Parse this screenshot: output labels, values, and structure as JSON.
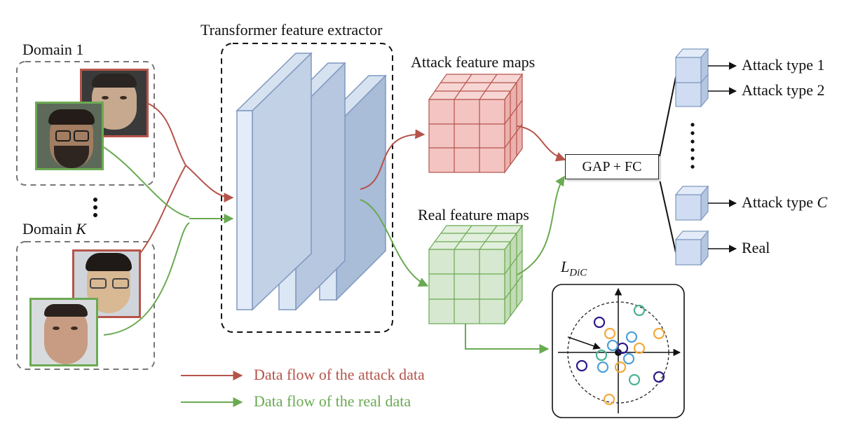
{
  "domains": {
    "domain1_prefix": "Domain 1",
    "domainK_prefix": "Domain ",
    "domainK_var": "K"
  },
  "extractor": {
    "title": "Transformer feature extractor"
  },
  "feature_maps": {
    "attack_title": "Attack feature maps",
    "real_title": "Real feature maps"
  },
  "head": {
    "box_label": "GAP + FC"
  },
  "outputs": {
    "attack_type_1": "Attack type 1",
    "attack_type_2": "Attack type 2",
    "attack_type_C_prefix": "Attack type ",
    "attack_type_C_var": "C",
    "real": "Real"
  },
  "loss": {
    "symbol_main": "L",
    "symbol_sub": "DiC"
  },
  "legend": {
    "attack_flow": "Data flow of the attack data",
    "real_flow": "Data flow of the real data"
  },
  "colors": {
    "attack": "#b5544a",
    "real": "#6aaa52",
    "panel_fill": "#c9d7ea",
    "panel_stroke": "#7f98bf",
    "attack_cube": "#f3c4c2",
    "real_cube": "#d6e8cf",
    "output_cube": "#cfdcf2",
    "circle_dark": "#2a1a8a",
    "circle_orange": "#f2a93b",
    "circle_blue": "#4d9fd8",
    "circle_teal": "#4bb394"
  }
}
